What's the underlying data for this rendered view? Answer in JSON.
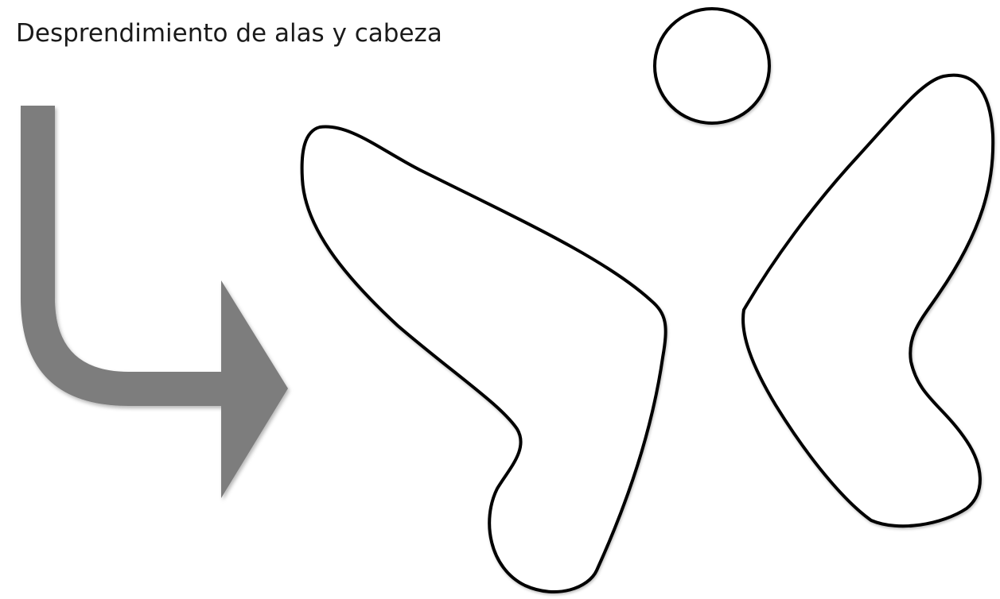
{
  "title": "Desprendimiento de alas y cabeza",
  "colors": {
    "arrow": "#7d7d7d",
    "outline": "#000000",
    "background": "#ffffff"
  },
  "shapes": {
    "arrow": "bent-arrow-down-then-right",
    "head": "circle-outline",
    "left_wing": "wing-outline",
    "right_wing": "wing-outline"
  }
}
